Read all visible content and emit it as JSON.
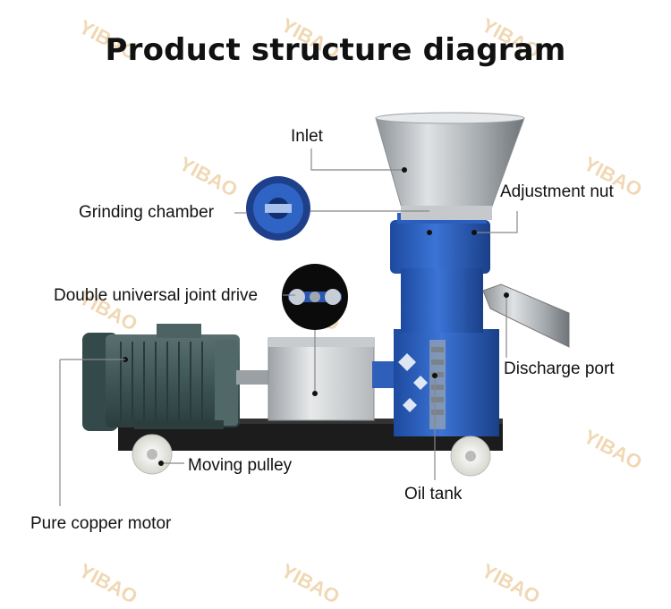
{
  "title": "Product structure diagram",
  "watermark": "YIBAO",
  "labels": {
    "inlet": "Inlet",
    "grinding_chamber": "Grinding chamber",
    "adjustment_nut": "Adjustment nut",
    "double_universal_joint_drive": "Double universal joint drive",
    "discharge_port": "Discharge port",
    "moving_pulley": "Moving pulley",
    "oil_tank": "Oil tank",
    "pure_copper_motor": "Pure copper motor"
  },
  "colors": {
    "machine_blue": "#2a5fc0",
    "motor_green": "#3e5656",
    "hopper_steel": "#b9bdc0",
    "frame": "#1c1c1c",
    "watermark": "#f0d8b4",
    "leader_line": "#888888"
  }
}
